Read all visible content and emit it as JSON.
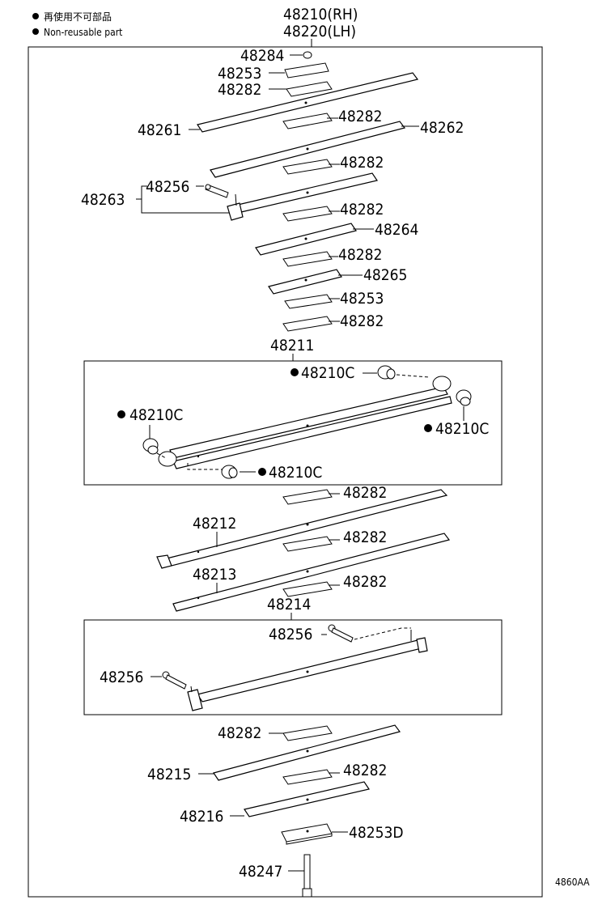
{
  "legend": {
    "japanese": "再使用不可部品",
    "english": "Non-reusable part"
  },
  "header": {
    "rh": "48210(RH)",
    "lh": "48220(LH)"
  },
  "parts": {
    "p48284": "48284",
    "p48253_top": "48253",
    "p48282_1": "48282",
    "p48282_2": "48282",
    "p48261": "48261",
    "p48262": "48262",
    "p48282_3": "48282",
    "p48263": "48263",
    "p48256_top": "48256",
    "p48282_4": "48282",
    "p48264": "48264",
    "p48282_5": "48282",
    "p48265": "48265",
    "p48253_mid": "48253",
    "p48282_6": "48282",
    "p48211": "48211",
    "p48210C_1": "48210C",
    "p48210C_2": "48210C",
    "p48210C_3": "48210C",
    "p48210C_4": "48210C",
    "p48282_7": "48282",
    "p48212": "48212",
    "p48282_8": "48282",
    "p48213": "48213",
    "p48282_9": "48282",
    "p48214": "48214",
    "p48256_a": "48256",
    "p48256_b": "48256",
    "p48282_10": "48282",
    "p48215": "48215",
    "p48282_11": "48282",
    "p48216": "48216",
    "p48253D": "48253D",
    "p48247": "48247"
  },
  "diagram_code": "4860AA"
}
